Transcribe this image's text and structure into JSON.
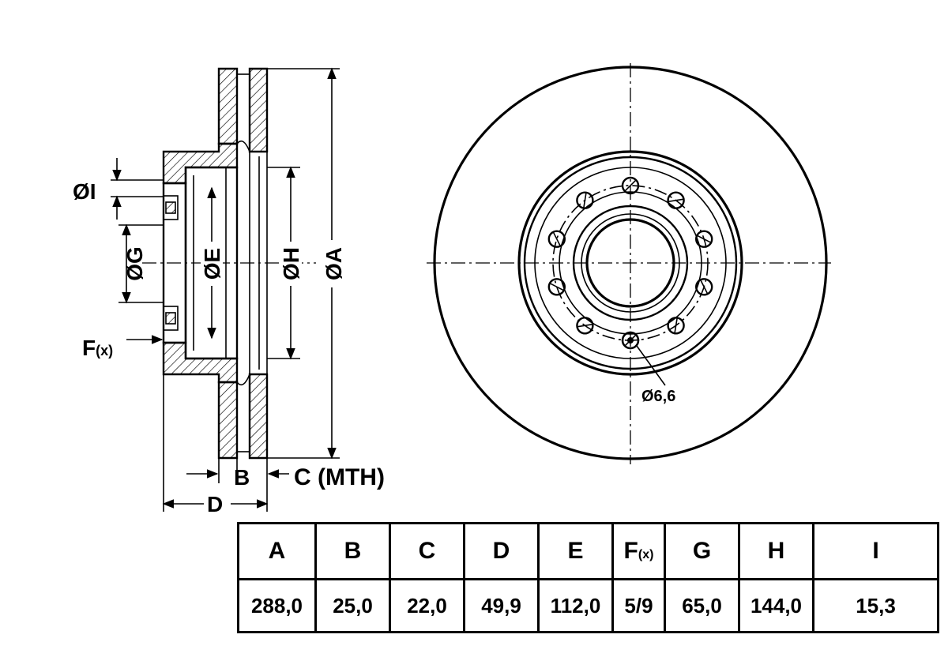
{
  "diagram": {
    "labels": {
      "diam_i": "ØI",
      "diam_g": "ØG",
      "diam_e": "ØE",
      "diam_h": "ØH",
      "diam_a": "ØA",
      "f": "F",
      "f_sub": "(x)",
      "b": "B",
      "c_mth": "C (MTH)",
      "d": "D",
      "bolt_hole": "Ø6,6"
    }
  },
  "table": {
    "headers": [
      {
        "main": "A",
        "sub": ""
      },
      {
        "main": "B",
        "sub": ""
      },
      {
        "main": "C",
        "sub": ""
      },
      {
        "main": "D",
        "sub": ""
      },
      {
        "main": "E",
        "sub": ""
      },
      {
        "main": "F",
        "sub": "(x)"
      },
      {
        "main": "G",
        "sub": ""
      },
      {
        "main": "H",
        "sub": ""
      },
      {
        "main": "I",
        "sub": ""
      }
    ],
    "values": [
      "288,0",
      "25,0",
      "22,0",
      "49,9",
      "112,0",
      "5/9",
      "65,0",
      "144,0",
      "15,3"
    ]
  }
}
